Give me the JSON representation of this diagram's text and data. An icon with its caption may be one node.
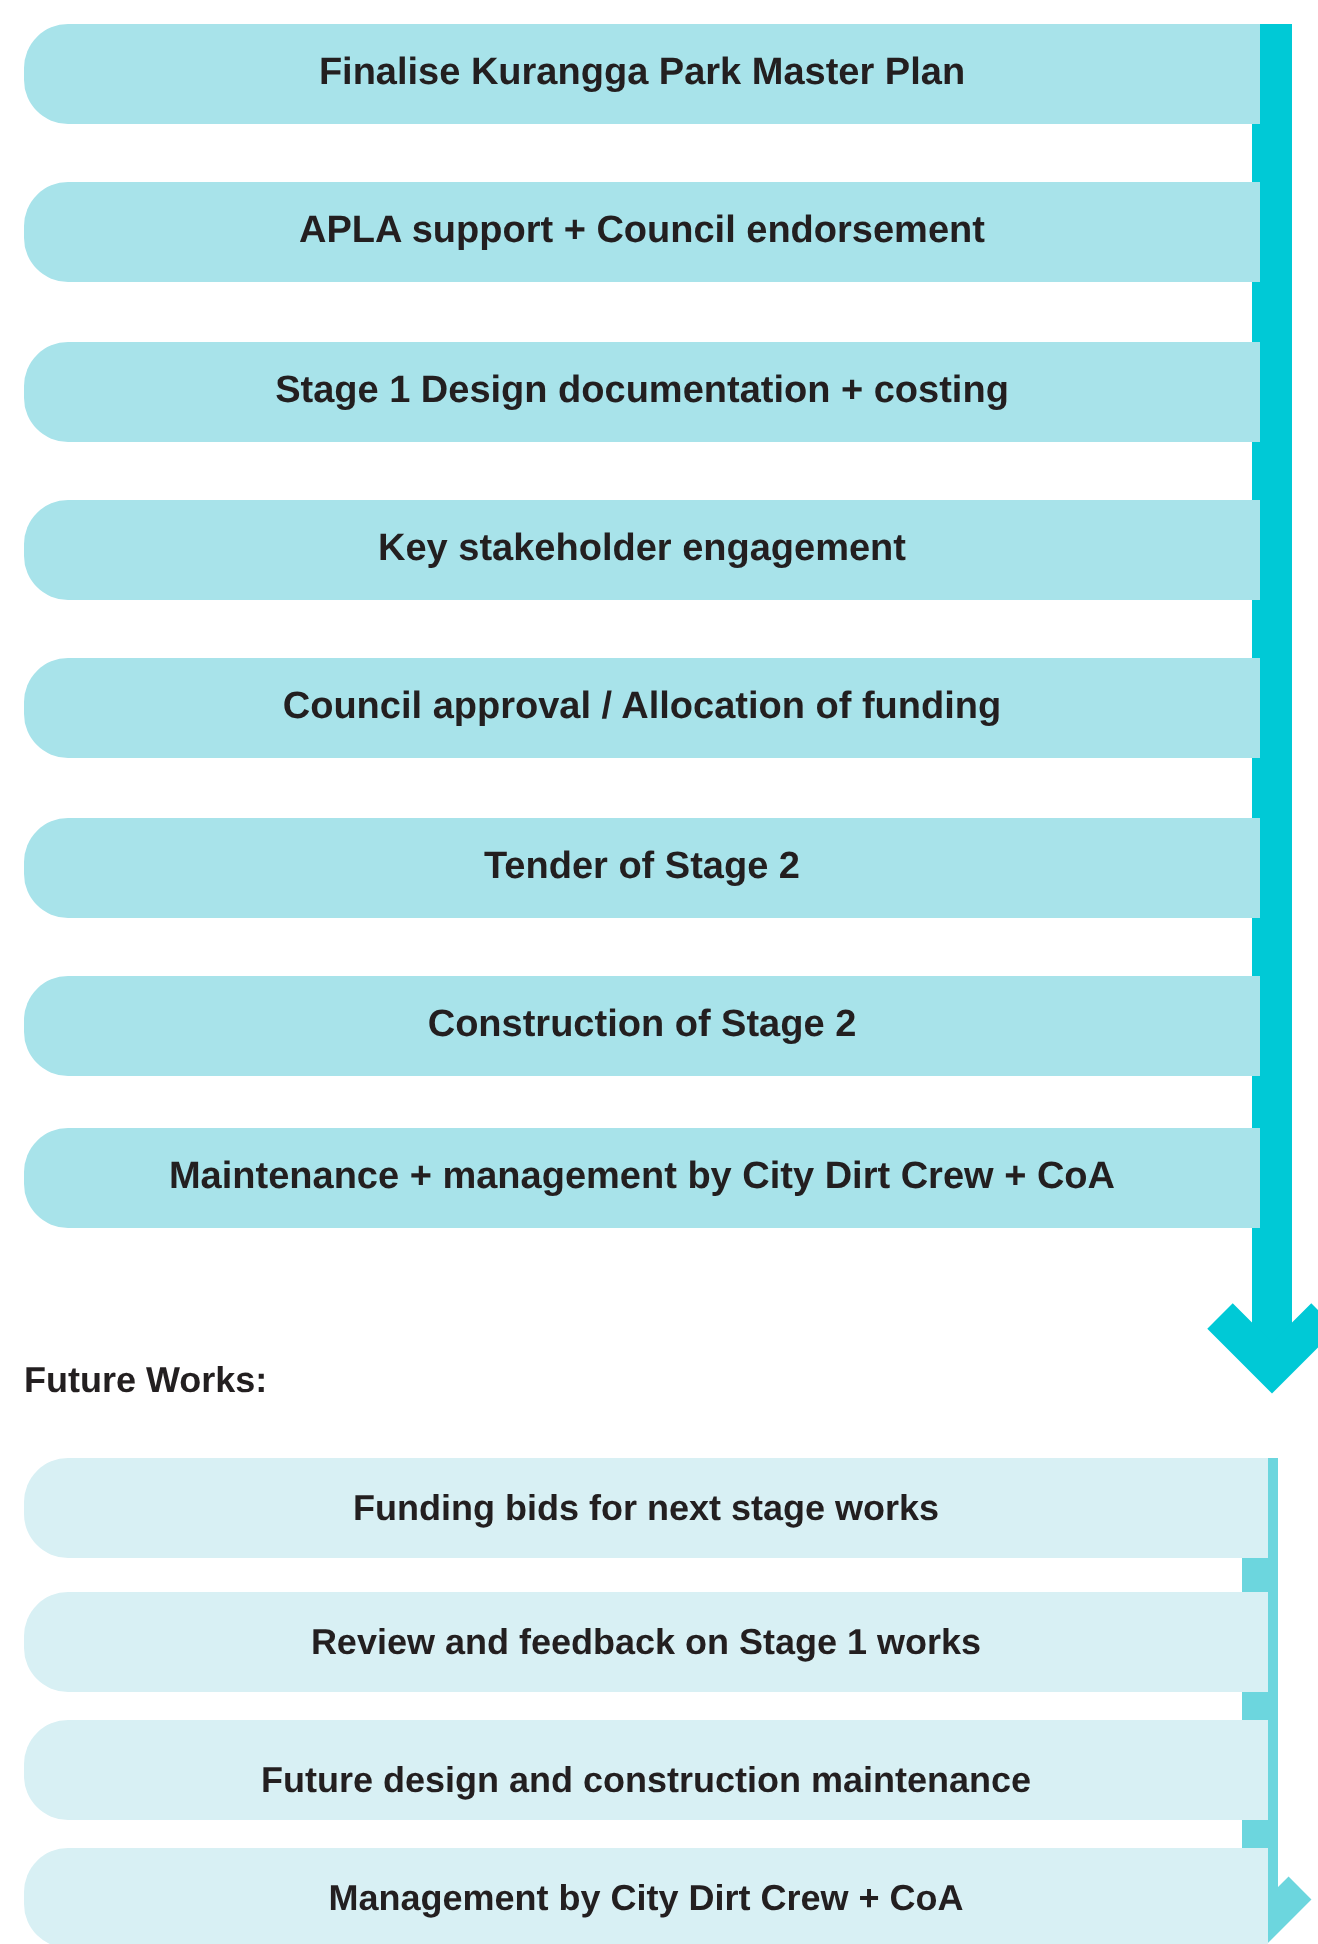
{
  "diagram": {
    "nodes": [
      {
        "text": [
          "Finalise Kurangga Park Master Plan"
        ]
      },
      {
        "text": [
          "APLA support + Council endorsement"
        ]
      },
      {
        "text": [
          "Stage 1 Design documentation + costing"
        ]
      },
      {
        "text": [
          "Key stakeholder engagement"
        ]
      },
      {
        "text": [
          "Council approval / Allocation of funding"
        ]
      },
      {
        "text": [
          "Tender of Stage 2"
        ]
      },
      {
        "text": [
          "Construction of Stage 2"
        ]
      },
      {
        "text": [
          "Maintenance + management by City Dirt Crew + CoA"
        ]
      },
      {
        "text": [
          "Funding bids for next stage works"
        ]
      },
      {
        "text": [
          "Review and feedback on Stage 1 works"
        ]
      },
      {
        "text": [
          "Future design and construction maintenance"
        ]
      },
      {
        "text": [
          "Management by City Dirt Crew + CoA"
        ]
      }
    ],
    "labels": [
      "Future Works:"
    ]
  }
}
